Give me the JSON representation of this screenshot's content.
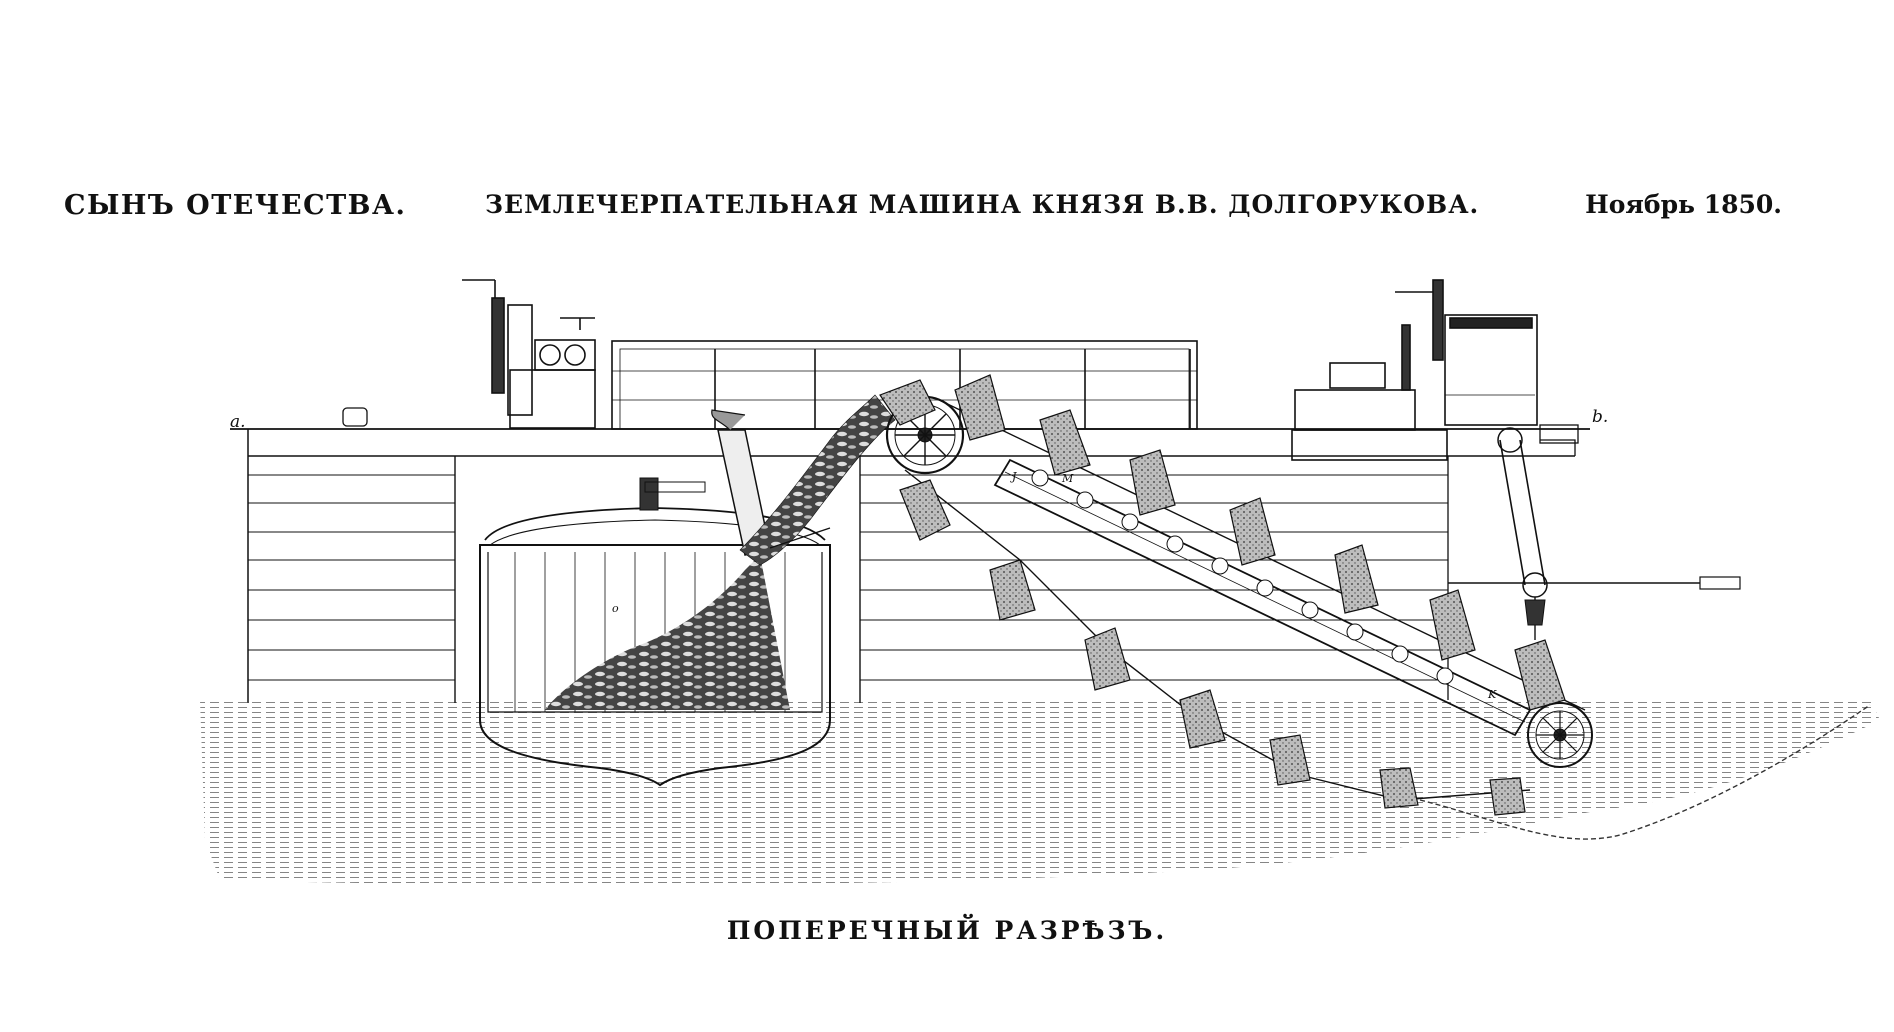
{
  "header": {
    "journal": "СЫНЪ ОТЕЧЕСТВА.",
    "title": "ЗЕМЛЕЧЕРПАТЕЛЬНАЯ МАШИНА КНЯЗЯ В.В. ДОЛГОРУКОВА.",
    "date": "Ноябрь 1850."
  },
  "caption": "ПОПЕРЕЧНЫЙ РАЗРѢЗЪ.",
  "labels": {
    "a": "a.",
    "b": "b.",
    "o": "o",
    "j": "J",
    "m": "M",
    "k": "K"
  }
}
